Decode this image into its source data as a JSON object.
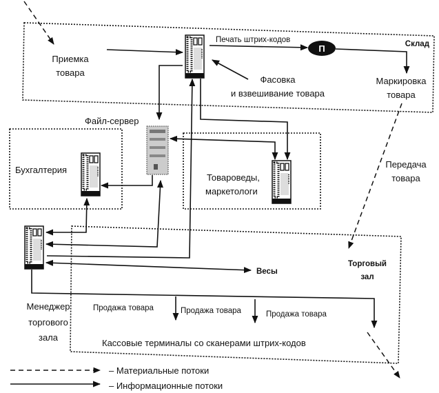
{
  "zones": {
    "warehouse": "Склад",
    "accounting": "Бухгалтерия",
    "merchandisers_line1": "Товароведы,",
    "merchandisers_line2": "маркетологи",
    "sales_floor_line1": "Торговый",
    "sales_floor_line2": "зал"
  },
  "labels": {
    "receiving_line1": "Приемка",
    "receiving_line2": "товара",
    "barcode_print": "Печать штрих-кодов",
    "printer_symbol": "П",
    "packing_line1": "Фасовка",
    "packing_line2": "и взвешивание товара",
    "marking_line1": "Маркировка",
    "marking_line2": "товара",
    "file_server": "Файл-сервер",
    "transfer_line1": "Передача",
    "transfer_line2": "товара",
    "scales": "Весы",
    "manager_line1": "Менеджер",
    "manager_line2": "торгового",
    "manager_line3": "зала",
    "sale_1": "Продажа товара",
    "sale_2": "Продажа товара",
    "sale_3": "Продажа товара",
    "cash_terminals": "Кассовые терминалы со сканерами штрих-кодов"
  },
  "legend": {
    "material": "– Материальные потоки",
    "information": "– Информационные потоки"
  }
}
